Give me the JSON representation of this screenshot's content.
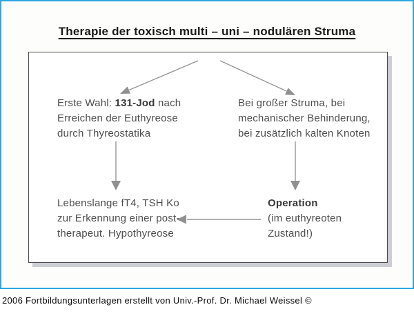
{
  "title": "Therapie der toxisch multi – uni – nodulären Struma",
  "nodes": {
    "radioiodine": {
      "line1_prefix": "Erste Wahl: ",
      "line1_bold": "131-Jod",
      "line1_suffix": " nach",
      "line2": "Erreichen der Euthyreose",
      "line3": "durch Thyreostatika"
    },
    "surgery_indication": {
      "line1": "Bei großer Struma, bei",
      "line2": "mechanischer Behinderung,",
      "line3": "bei zusätzlich kalten Knoten"
    },
    "followup": {
      "line1": "Lebenslange fT4, TSH Ko",
      "line2": "zur Erkennung einer post-",
      "line3": "therapeut. Hypothyreose"
    },
    "operation": {
      "line1_bold": "Operation",
      "line2": "(im euthyreoten",
      "line3": "Zustand!)"
    }
  },
  "footer": "2006 Fortbildungsunterlagen erstellt von Univ.-Prof. Dr. Michael Weissel ©",
  "colors": {
    "accent_border_blue": "#2BA7DF",
    "box_border": "#4A4A4A",
    "box_shadow": "#CDCDD5",
    "body_text": "#4D4D4D",
    "title_text": "#1A1A1A",
    "arrow_gray": "#969696"
  }
}
